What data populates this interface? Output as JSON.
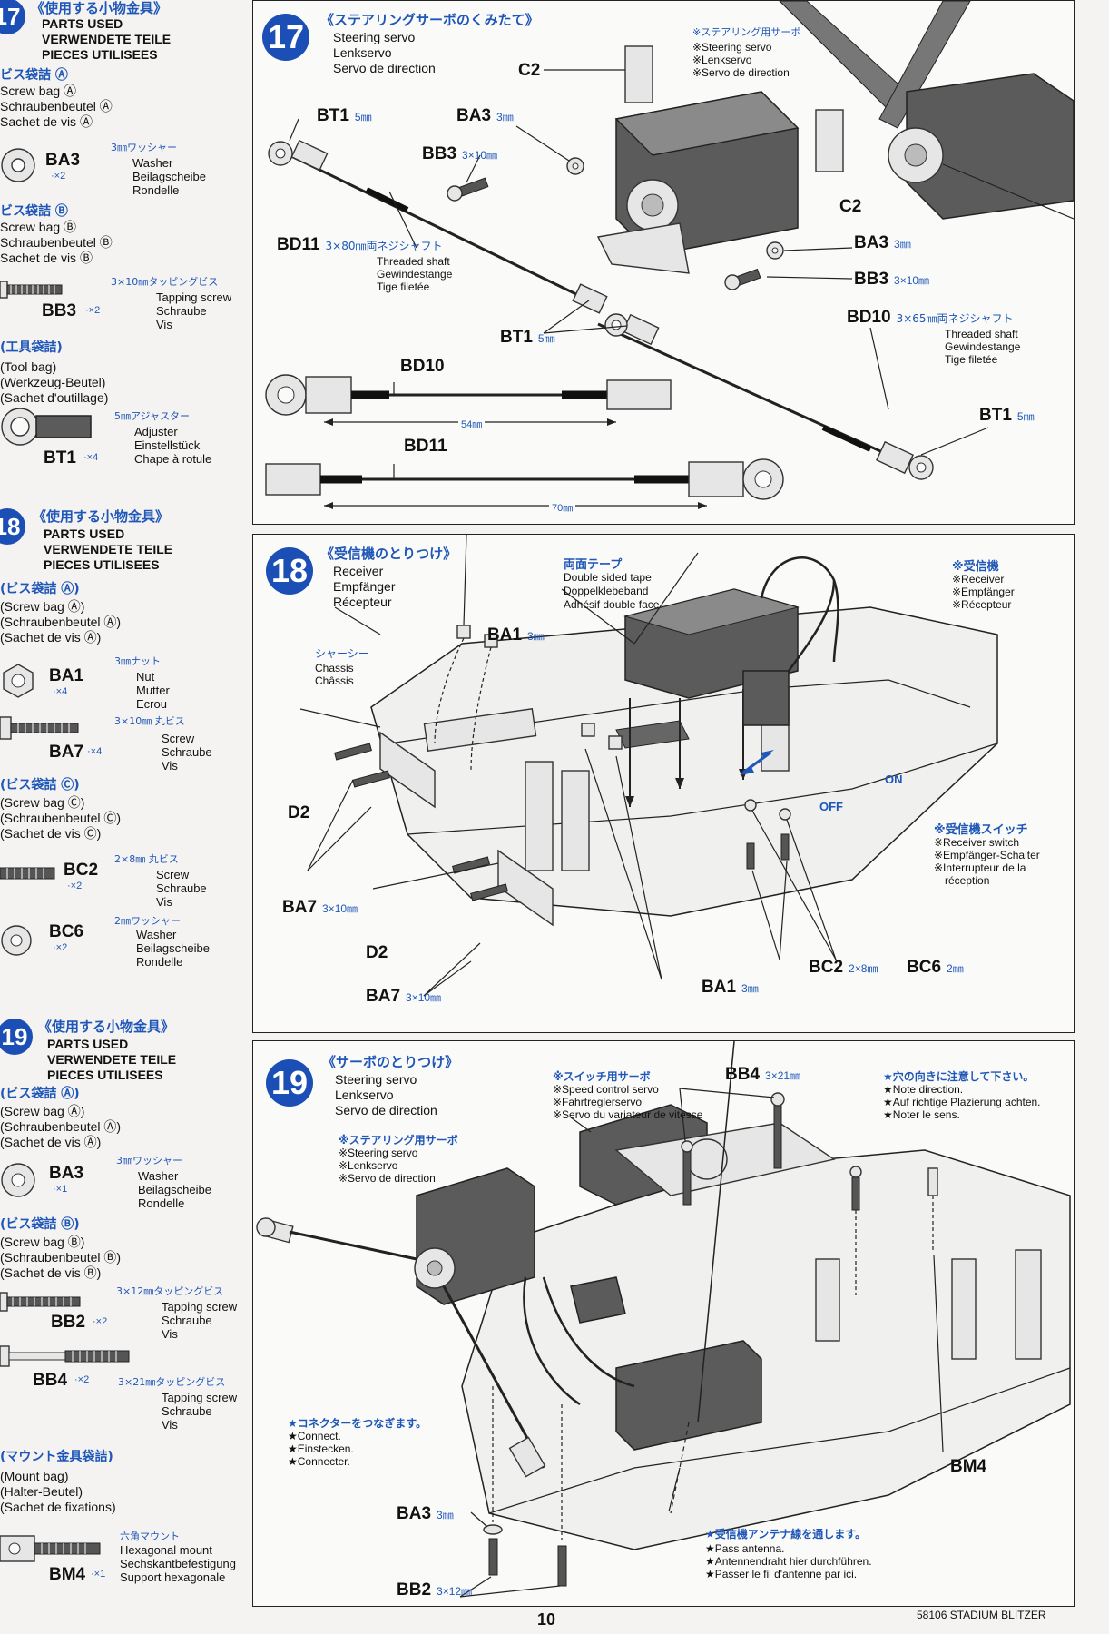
{
  "sidebar": {
    "s17": {
      "num": "17",
      "jp_title": "《使用する小物金具》",
      "title1": "PARTS USED",
      "title2": "VERWENDETE TEILE",
      "title3": "PIECES UTILISEES",
      "bagA_jp": "ビス袋詰 Ⓐ",
      "bagA_lines": [
        "Screw bag Ⓐ",
        "Schraubenbeutel Ⓐ",
        "Sachet de vis Ⓐ"
      ],
      "ba3_code": "BA3",
      "ba3_qty": "·×2",
      "ba3_jp": "3㎜ワッシャー",
      "ba3_desc": [
        "Washer",
        "Beilagscheibe",
        "Rondelle"
      ],
      "bagB_jp": "ビス袋詰 Ⓑ",
      "bagB_lines": [
        "Screw bag Ⓑ",
        "Schraubenbeutel Ⓑ",
        "Sachet de vis Ⓑ"
      ],
      "bb3_code": "BB3",
      "bb3_qty": "·×2",
      "bb3_jp": "3×10㎜タッピングビス",
      "bb3_desc": [
        "Tapping screw",
        "Schraube",
        "Vis"
      ],
      "tool_jp": "(工具袋詰)",
      "tool_lines": [
        "(Tool bag)",
        "(Werkzeug-Beutel)",
        "(Sachet d'outillage)"
      ],
      "bt1_code": "BT1",
      "bt1_qty": "·×4",
      "bt1_jp": "5㎜アジャスター",
      "bt1_desc": [
        "Adjuster",
        "Einstellstück",
        "Chape à rotule"
      ]
    },
    "s18": {
      "num": "18",
      "jp_title": "《使用する小物金具》",
      "title1": "PARTS USED",
      "title2": "VERWENDETE TEILE",
      "title3": "PIECES UTILISEES",
      "bagA_jp": "(ビス袋詰 Ⓐ)",
      "bagA_lines": [
        "(Screw bag Ⓐ)",
        "(Schraubenbeutel Ⓐ)",
        "(Sachet de vis Ⓐ)"
      ],
      "ba1_code": "BA1",
      "ba1_qty": "·×4",
      "ba1_jp": "3㎜ナット",
      "ba1_desc": [
        "Nut",
        "Mutter",
        "Ecrou"
      ],
      "ba7_code": "BA7",
      "ba7_qty": "·×4",
      "ba7_jp": "3×10㎜ 丸ビス",
      "ba7_desc": [
        "Screw",
        "Schraube",
        "Vis"
      ],
      "bagC_jp": "(ビス袋詰 Ⓒ)",
      "bagC_lines": [
        "(Screw bag Ⓒ)",
        "(Schraubenbeutel Ⓒ)",
        "(Sachet de vis Ⓒ)"
      ],
      "bc2_code": "BC2",
      "bc2_qty": "·×2",
      "bc2_jp": "2×8㎜ 丸ビス",
      "bc2_desc": [
        "Screw",
        "Schraube",
        "Vis"
      ],
      "bc6_code": "BC6",
      "bc6_qty": "·×2",
      "bc6_jp": "2㎜ワッシャー",
      "bc6_desc": [
        "Washer",
        "Beilagscheibe",
        "Rondelle"
      ]
    },
    "s19": {
      "num": "19",
      "jp_title": "《使用する小物金具》",
      "title1": "PARTS USED",
      "title2": "VERWENDETE TEILE",
      "title3": "PIECES UTILISEES",
      "bagA_jp": "(ビス袋詰 Ⓐ)",
      "bagA_lines": [
        "(Screw bag Ⓐ)",
        "(Schraubenbeutel Ⓐ)",
        "(Sachet de vis Ⓐ)"
      ],
      "ba3_code": "BA3",
      "ba3_qty": "·×1",
      "ba3_jp": "3㎜ワッシャー",
      "ba3_desc": [
        "Washer",
        "Beilagscheibe",
        "Rondelle"
      ],
      "bagB_jp": "(ビス袋詰 Ⓑ)",
      "bagB_lines": [
        "(Screw bag Ⓑ)",
        "(Schraubenbeutel Ⓑ)",
        "(Sachet de vis Ⓑ)"
      ],
      "bb2_code": "BB2",
      "bb2_qty": "·×2",
      "bb2_jp": "3×12㎜タッピングビス",
      "bb2_desc": [
        "Tapping screw",
        "Schraube",
        "Vis"
      ],
      "bb4_code": "BB4",
      "bb4_qty": "·×2",
      "bb4_jp": "3×21㎜タッピングビス",
      "bb4_desc": [
        "Tapping screw",
        "Schraube",
        "Vis"
      ],
      "mount_jp": "(マウント金具袋詰)",
      "mount_lines": [
        "(Mount bag)",
        "(Halter-Beutel)",
        "(Sachet de fixations)"
      ],
      "bm4_code": "BM4",
      "bm4_qty": "·×1",
      "bm4_jp": "六角マウント",
      "bm4_desc": [
        "Hexagonal mount",
        "Sechskantbefestigung",
        "Support hexagonale"
      ]
    }
  },
  "step17": {
    "num": "17",
    "jp_title": "《ステアリングサーボのくみたて》",
    "title": [
      "Steering servo",
      "Lenkservo",
      "Servo de direction"
    ],
    "servo_jp": "※ステアリング用サーボ",
    "servo_lines": [
      "※Steering servo",
      "※Lenkservo",
      "※Servo de direction"
    ],
    "c2": "C2",
    "c2b": "C2",
    "bt1": "BT1",
    "bt1_spec": "5㎜",
    "ba3": "BA3",
    "ba3_spec": "3㎜",
    "bb3": "BB3",
    "bb3_spec": "3×10㎜",
    "bd11": "BD11",
    "bd11_spec": "3×80㎜両ネジシャフト",
    "bd11_desc": [
      "Threaded shaft",
      "Gewindestange",
      "Tige filetée"
    ],
    "ba3_b": "BA3",
    "ba3_b_spec": "3㎜",
    "bb3_b": "BB3",
    "bb3_b_spec": "3×10㎜",
    "bt1_mid": "BT1",
    "bt1_mid_spec": "5㎜",
    "bd10": "BD10",
    "bd10_spec": "3×65㎜両ネジシャフト",
    "bd10_desc": [
      "Threaded shaft",
      "Gewindestange",
      "Tige filetée"
    ],
    "bd10_label": "BD10",
    "dim54": "54㎜",
    "bt1_right": "BT1",
    "bt1_right_spec": "5㎜",
    "bd11_label": "BD11",
    "dim70": "70㎜"
  },
  "step18": {
    "num": "18",
    "jp_title": "《受信機のとりつけ》",
    "title": [
      "Receiver",
      "Empfänger",
      "Récepteur"
    ],
    "tape_jp": "両面テープ",
    "tape_lines": [
      "Double sided tape",
      "Doppelklebeband",
      "Adhésif double face"
    ],
    "receiver_jp": "※受信機",
    "receiver_lines": [
      "※Receiver",
      "※Empfänger",
      "※Récepteur"
    ],
    "ba1": "BA1",
    "ba1_spec": "3㎜",
    "chassis_jp": "シャーシー",
    "chassis_lines": [
      "Chassis",
      "Châssis"
    ],
    "on": "ON",
    "off": "OFF",
    "switch_jp": "※受信機スイッチ",
    "switch_lines": [
      "※Receiver switch",
      "※Empfänger-Schalter",
      "※Interrupteur de la",
      "réception"
    ],
    "d2": "D2",
    "ba7": "BA7",
    "ba7_spec": "3×10㎜",
    "d2b": "D2",
    "ba7_b": "BA7",
    "ba7_b_spec": "3×10㎜",
    "ba1_b": "BA1",
    "ba1_b_spec": "3㎜",
    "bc2": "BC2",
    "bc2_spec": "2×8㎜",
    "bc6": "BC6",
    "bc6_spec": "2㎜"
  },
  "step19": {
    "num": "19",
    "jp_title": "《サーボのとりつけ》",
    "title": [
      "Steering servo",
      "Lenkservo",
      "Servo de direction"
    ],
    "speed_jp": "※スイッチ用サーボ",
    "speed_lines": [
      "※Speed control servo",
      "※Fahrtreglerservo",
      "※Servo du variateur de vitesse"
    ],
    "bb4": "BB4",
    "bb4_spec": "3×21㎜",
    "note_jp": "★穴の向きに注意して下さい。",
    "note_lines": [
      "★Note direction.",
      "★Auf richtige Plazierung achten.",
      "★Noter le sens."
    ],
    "steer_jp": "※ステアリング用サーボ",
    "steer_lines": [
      "※Steering servo",
      "※Lenkservo",
      "※Servo de direction"
    ],
    "connect_jp": "★コネクターをつなぎます。",
    "connect_lines": [
      "★Connect.",
      "★Einstecken.",
      "★Connecter."
    ],
    "bm4": "BM4",
    "ba3": "BA3",
    "ba3_spec": "3㎜",
    "antenna_jp": "★受信機アンテナ線を通します。",
    "antenna_lines": [
      "★Pass antenna.",
      "★Antennendraht hier durchführen.",
      "★Passer le fil d'antenne par ici."
    ],
    "bb2": "BB2",
    "bb2_spec": "3×12㎜"
  },
  "footer": {
    "page_number": "10",
    "model": "58106 STADIUM BLITZER"
  }
}
